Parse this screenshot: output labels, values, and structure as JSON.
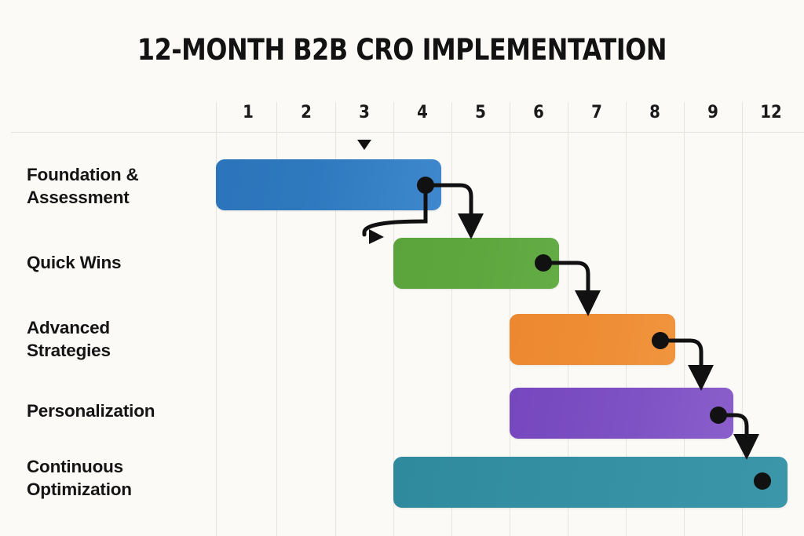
{
  "chart": {
    "title": "12-MONTH B2B CRO IMPLEMENTATION",
    "background_color": "#FBFAF7",
    "grid_color": "#E6E4DF"
  },
  "chart_data": {
    "type": "bar",
    "subtype": "gantt",
    "title": "12-MONTH B2B CRO IMPLEMENTATION",
    "xlabel": "",
    "ylabel": "",
    "orientation": "horizontal",
    "grid": true,
    "legend": "none",
    "axis_tick_labels": [
      "1",
      "2",
      "3",
      "4",
      "5",
      "6",
      "7",
      "8",
      "9",
      "12"
    ],
    "axis_tick_values": [
      1,
      2,
      3,
      4,
      5,
      6,
      7,
      8,
      9,
      12
    ],
    "xlim": [
      0,
      10
    ],
    "categories": [
      "Foundation & Assessment",
      "Quick Wins",
      "Advanced Strategies",
      "Personalization",
      "Continuous Optimization"
    ],
    "tasks": [
      {
        "label": "Foundation & Assessment",
        "label_lines": [
          "Foundation &",
          "Assessment"
        ],
        "start_month": 1,
        "end_month": 4,
        "color": "#2E79BF",
        "color_name": "blue",
        "milestone_marker_month": 3
      },
      {
        "label": "Quick Wins",
        "label_lines": [
          "Quick Wins"
        ],
        "start_month": 4,
        "end_month": 6,
        "color": "#5EA63E",
        "color_name": "green",
        "milestone_marker_month": null
      },
      {
        "label": "Advanced Strategies",
        "label_lines": [
          "Advanced",
          "Strategies"
        ],
        "start_month": 6,
        "end_month": 8,
        "color": "#EE8D34",
        "color_name": "orange",
        "milestone_marker_month": null
      },
      {
        "label": "Personalization",
        "label_lines": [
          "Personalization"
        ],
        "start_month": 6,
        "end_month": 9,
        "color": "#7D50C3",
        "color_name": "purple",
        "milestone_marker_month": null
      },
      {
        "label": "Continuous Optimization",
        "label_lines": [
          "Continuous",
          "Optimization"
        ],
        "start_month": 4,
        "end_month": 12,
        "color": "#3590A3",
        "color_name": "teal",
        "milestone_marker_month": null
      }
    ],
    "dependencies": [
      {
        "from": "Foundation & Assessment",
        "to": "Quick Wins"
      },
      {
        "from": "Foundation & Assessment",
        "to": "Continuous Optimization"
      },
      {
        "from": "Quick Wins",
        "to": "Advanced Strategies"
      },
      {
        "from": "Advanced Strategies",
        "to": "Personalization"
      },
      {
        "from": "Personalization",
        "to": "Continuous Optimization"
      }
    ]
  },
  "months": [
    {
      "label": "1"
    },
    {
      "label": "2"
    },
    {
      "label": "3"
    },
    {
      "label": "4"
    },
    {
      "label": "5"
    },
    {
      "label": "6"
    },
    {
      "label": "7"
    },
    {
      "label": "8"
    },
    {
      "label": "9"
    },
    {
      "label": "12"
    }
  ],
  "rows": [
    {
      "line1": "Foundation &",
      "line2": "Assessment"
    },
    {
      "line1": "Quick Wins",
      "line2": ""
    },
    {
      "line1": "Advanced",
      "line2": "Strategies"
    },
    {
      "line1": "Personalization",
      "line2": ""
    },
    {
      "line1": "Continuous",
      "line2": "Optimization"
    }
  ]
}
